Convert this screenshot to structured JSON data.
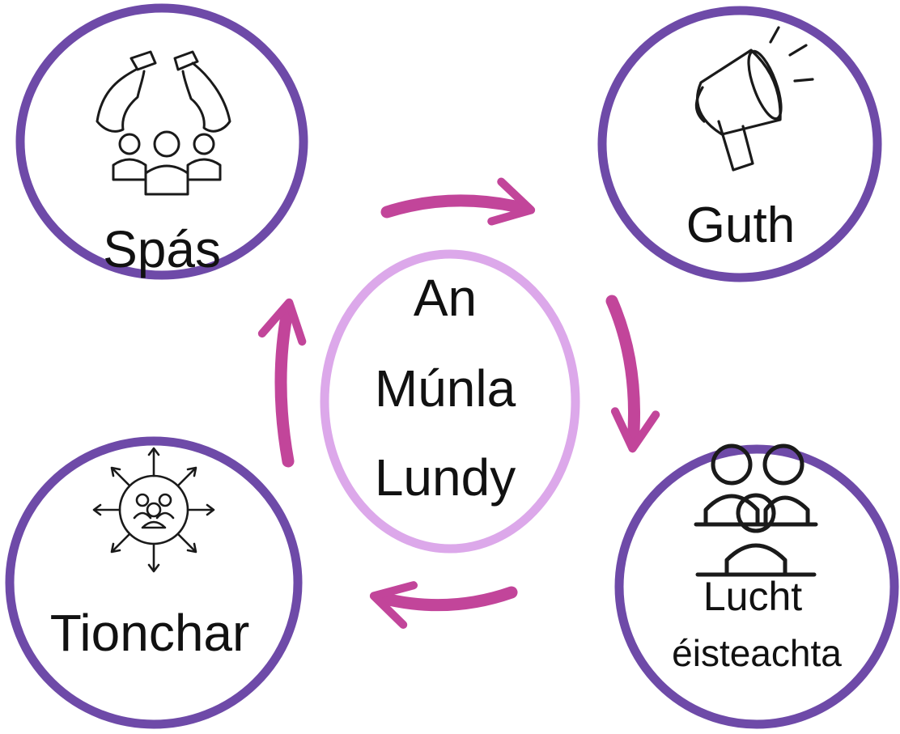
{
  "center": {
    "lines": [
      "An",
      "Múnla",
      "Lundy"
    ]
  },
  "nodes": {
    "top_left": {
      "label": "Spás",
      "icon": "protective-hands-group-icon"
    },
    "top_right": {
      "label": "Guth",
      "icon": "megaphone-icon"
    },
    "bottom_right": {
      "label_line1": "Lucht",
      "label_line2": "éisteachta",
      "icon": "audience-icon"
    },
    "bottom_left": {
      "label": "Tionchar",
      "icon": "influence-network-icon"
    }
  },
  "colors": {
    "outer_ring": "#6e4aa8",
    "center_ring": "#dca8ea",
    "arrow": "#c2459a",
    "ink": "#1a1a1a"
  }
}
